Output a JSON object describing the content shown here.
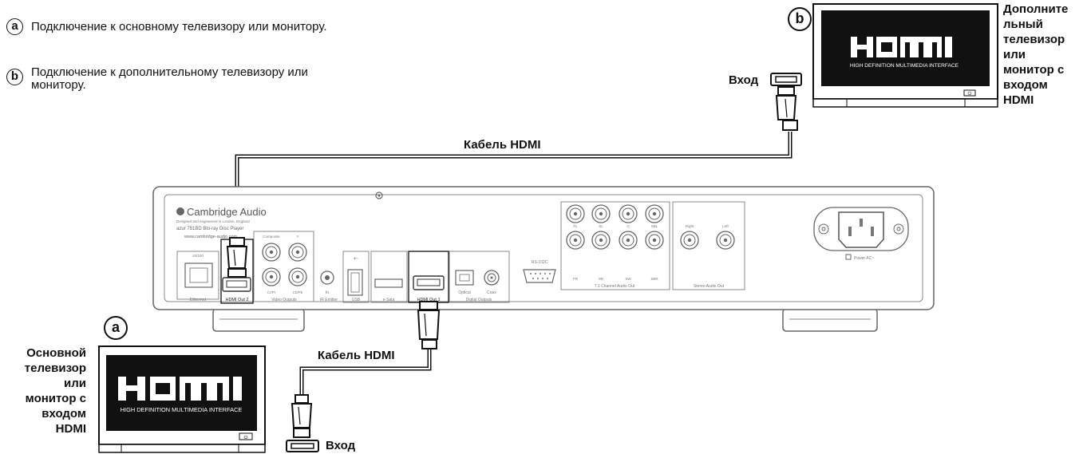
{
  "notes": {
    "a_marker": "a",
    "a_text": "Подключение к основному телевизору или монитору.",
    "b_marker": "b",
    "b_text_line1": "Подключение к дополнительному телевизору или",
    "b_text_line2": "монитору."
  },
  "secondary_tv": {
    "marker": "b",
    "logo_big": "HDMI",
    "logo_small": "HIGH DEFINITION MULTIMEDIA INTERFACE",
    "description_lines": [
      "Дополните",
      "льный",
      "телевизор",
      "или",
      "монитор с",
      "входом",
      "HDMI"
    ],
    "input_label": "Вход"
  },
  "primary_tv": {
    "marker": "a",
    "logo_big": "HDMI",
    "logo_small": "HIGH DEFINITION MULTIMEDIA INTERFACE",
    "description_lines": [
      "Основной",
      "телевизор",
      "или",
      "монитор с",
      "входом",
      "HDMI"
    ],
    "input_label": "Вход"
  },
  "cables": {
    "top_label": "Кабель HDMI",
    "bottom_label": "Кабель HDMI"
  },
  "player": {
    "brand": "Cambridge Audio",
    "tagline": "Designed and engineered in London, England",
    "model": "azur 751BD Blu-ray Disc Player",
    "website": "www.cambridge-audio.com",
    "ports": {
      "ethernet": "Ethernet",
      "hdmi_out_2": "HDMI Out 2",
      "video_outputs": "Video Outputs",
      "composite": "Composite",
      "y": "Y",
      "cr_pr": "Cr/Pr",
      "cb_pb": "Cb/Pb",
      "ir_in": "In",
      "ir_emitter": "IR Emitter",
      "usb": "USB",
      "esata": "e-Sata",
      "hdmi_out_1": "HDMI Out 1",
      "optical": "Optical",
      "coax": "Coax",
      "digital_outputs": "Digital Outputs",
      "rs232c": "RS-232C",
      "fl": "FL",
      "sl": "SL",
      "sw": "SW",
      "sbr": "SBR",
      "fr": "FR",
      "sr": "SR",
      "c": "C",
      "sbl": "SBL",
      "channel_audio_out": "7.1 Channel Audio Out",
      "right": "Right",
      "left": "Left",
      "stereo_audio_out": "Stereo Audio Out",
      "power": "Power AC~"
    }
  }
}
